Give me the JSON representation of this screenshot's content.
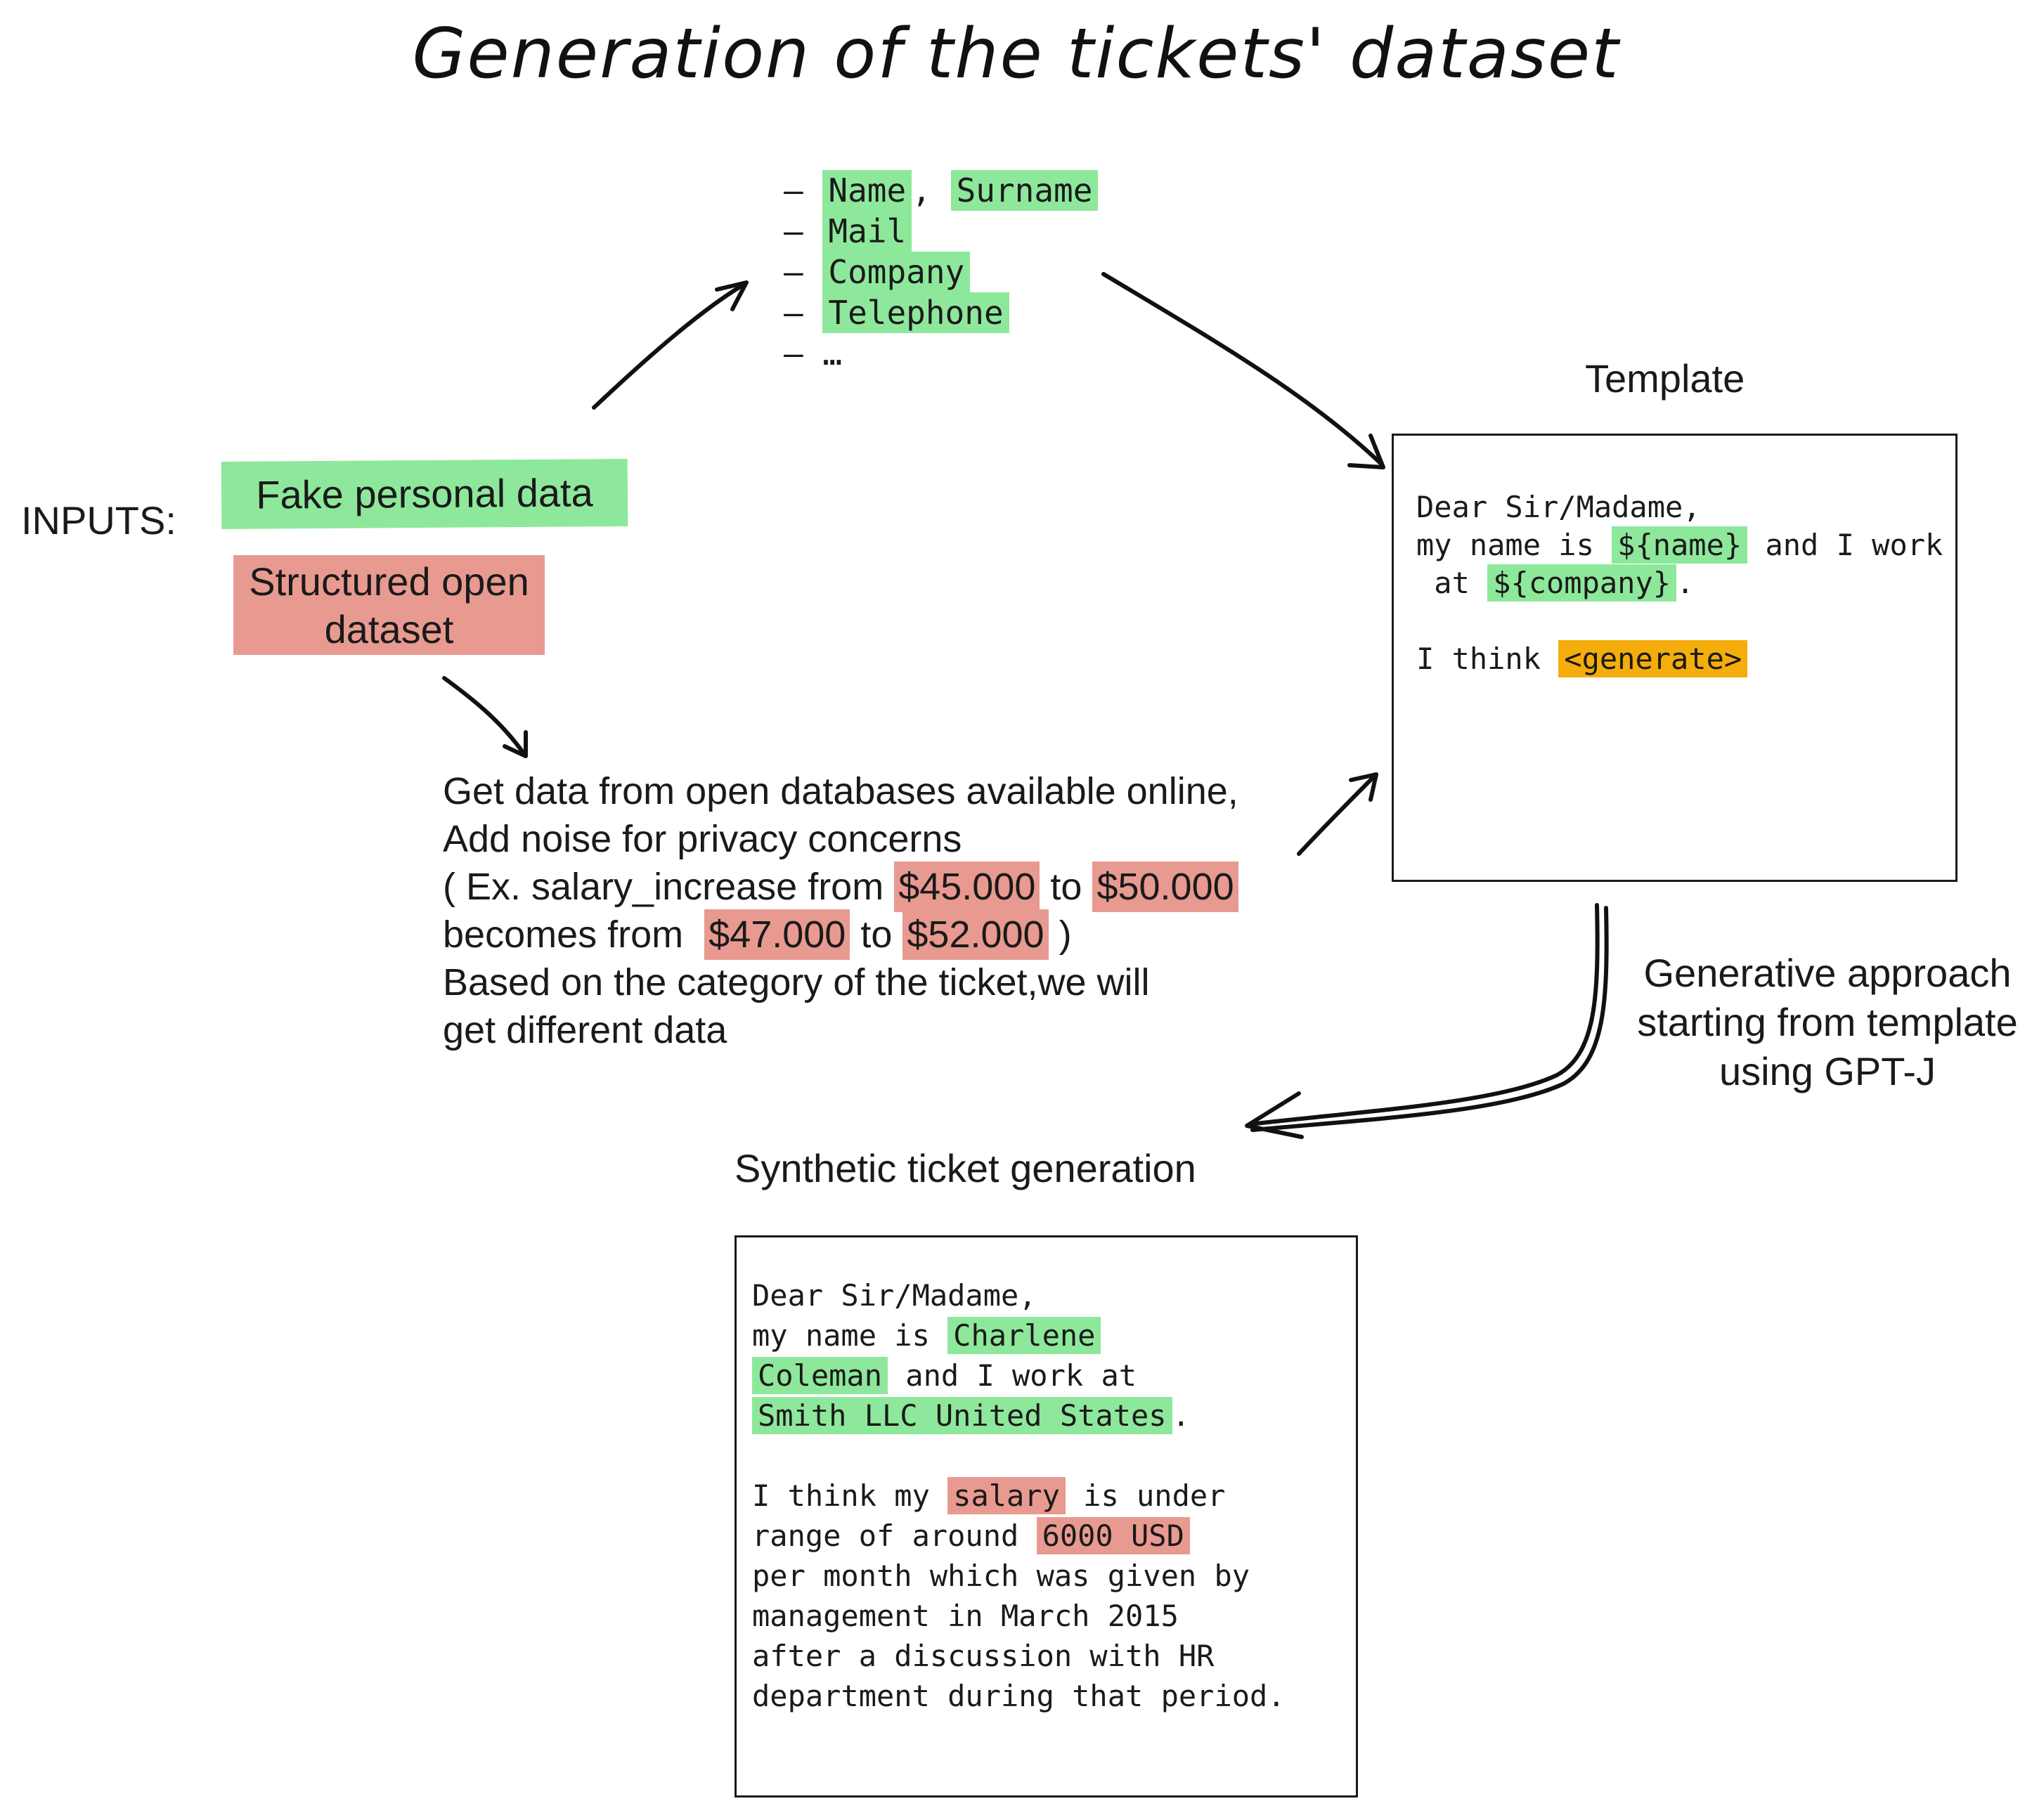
{
  "title": "Generation of the tickets' dataset",
  "fields": {
    "items": [
      {
        "parts": [
          {
            "text": "Name",
            "hl": "green"
          },
          {
            "text": ", ",
            "hl": ""
          },
          {
            "text": "Surname",
            "hl": "green"
          }
        ]
      },
      {
        "parts": [
          {
            "text": "Mail",
            "hl": "green"
          }
        ]
      },
      {
        "parts": [
          {
            "text": "Company",
            "hl": "green"
          }
        ]
      },
      {
        "parts": [
          {
            "text": "Telephone",
            "hl": "green"
          }
        ]
      }
    ],
    "ellipsis": "…"
  },
  "inputs": {
    "label": "INPUTS:",
    "fake_personal_data": "Fake personal data",
    "structured_line1": "Structured open",
    "structured_line2": "dataset"
  },
  "description": {
    "line1": "Get data from open databases available online,",
    "line2": "Add noise for privacy concerns",
    "line3_prefix": "( Ex. salary_increase from ",
    "value_from_old": "$45.000",
    "to_word": " to ",
    "value_to_old": "$50.000",
    "line4_prefix": "becomes from  ",
    "value_from_new": "$47.000",
    "value_to_new": "$52.000",
    "line4_suffix": " )",
    "line5": "Based on the category of the ticket,we will",
    "line6": "get different data"
  },
  "template": {
    "label": "Template",
    "line1": "Dear Sir/Madame,",
    "line2_prefix": "my name is ",
    "var_name": "${name}",
    "line2_suffix": " and I work",
    "line3_prefix": " at ",
    "var_company": "${company}",
    "line3_suffix": ".",
    "line4_prefix": "I think ",
    "generate_tag": "<generate>"
  },
  "generative_approach": {
    "line1": "Generative approach",
    "line2": "starting from template",
    "line3": "using GPT-J"
  },
  "synthetic": {
    "label": "Synthetic ticket generation",
    "line1": "Dear Sir/Madame,",
    "line2_prefix": "my name is ",
    "name_part1": "Charlene",
    "name_part2": "Coleman",
    "line3_suffix": " and I work at",
    "company": "Smith LLC United States",
    "line4_suffix": ".",
    "line5_prefix": "I think my ",
    "salary_word": "salary",
    "line5_suffix": " is under",
    "line6_prefix": "range of around ",
    "amount": "6000 USD",
    "line7": "per month which was given by",
    "line8": "management in March 2015",
    "line9": "after a discussion with HR",
    "line10": "department during that period."
  },
  "colors": {
    "green_highlight": "#8ee89b",
    "red_highlight": "#e89a90",
    "orange_highlight": "#f5ad0c",
    "ink": "#1a1a1a"
  }
}
